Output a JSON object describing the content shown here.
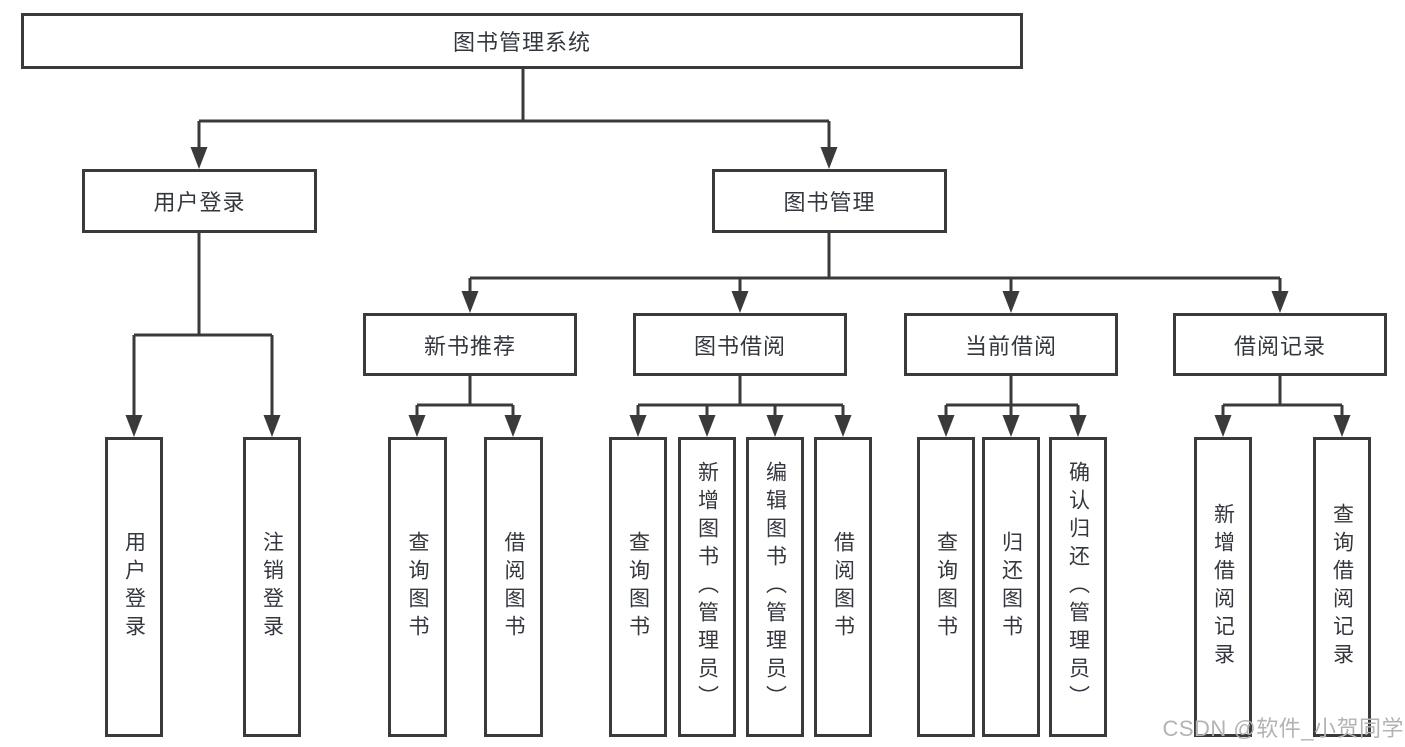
{
  "diagram": {
    "root": {
      "label": "图书管理系统"
    },
    "branches": [
      {
        "label": "用户登录",
        "children": [
          {
            "label": "用户登录"
          },
          {
            "label": "注销登录"
          }
        ]
      },
      {
        "label": "图书管理",
        "children": [
          {
            "label": "新书推荐",
            "children": [
              {
                "label": "查询图书"
              },
              {
                "label": "借阅图书"
              }
            ]
          },
          {
            "label": "图书借阅",
            "children": [
              {
                "label": "查询图书"
              },
              {
                "label": "新增图书（管理员）"
              },
              {
                "label": "编辑图书（管理员）"
              },
              {
                "label": "借阅图书"
              }
            ]
          },
          {
            "label": "当前借阅",
            "children": [
              {
                "label": "查询图书"
              },
              {
                "label": "归还图书"
              },
              {
                "label": "确认归还（管理员）"
              }
            ]
          },
          {
            "label": "借阅记录",
            "children": [
              {
                "label": "新增借阅记录"
              },
              {
                "label": "查询借阅记录"
              }
            ]
          }
        ]
      }
    ]
  },
  "watermark": {
    "text": "CSDN @软件_小贺同学"
  },
  "colors": {
    "line": "#3a3a3a",
    "text": "#34383e",
    "background": "#ffffff",
    "watermark": "#b3b3b3"
  }
}
